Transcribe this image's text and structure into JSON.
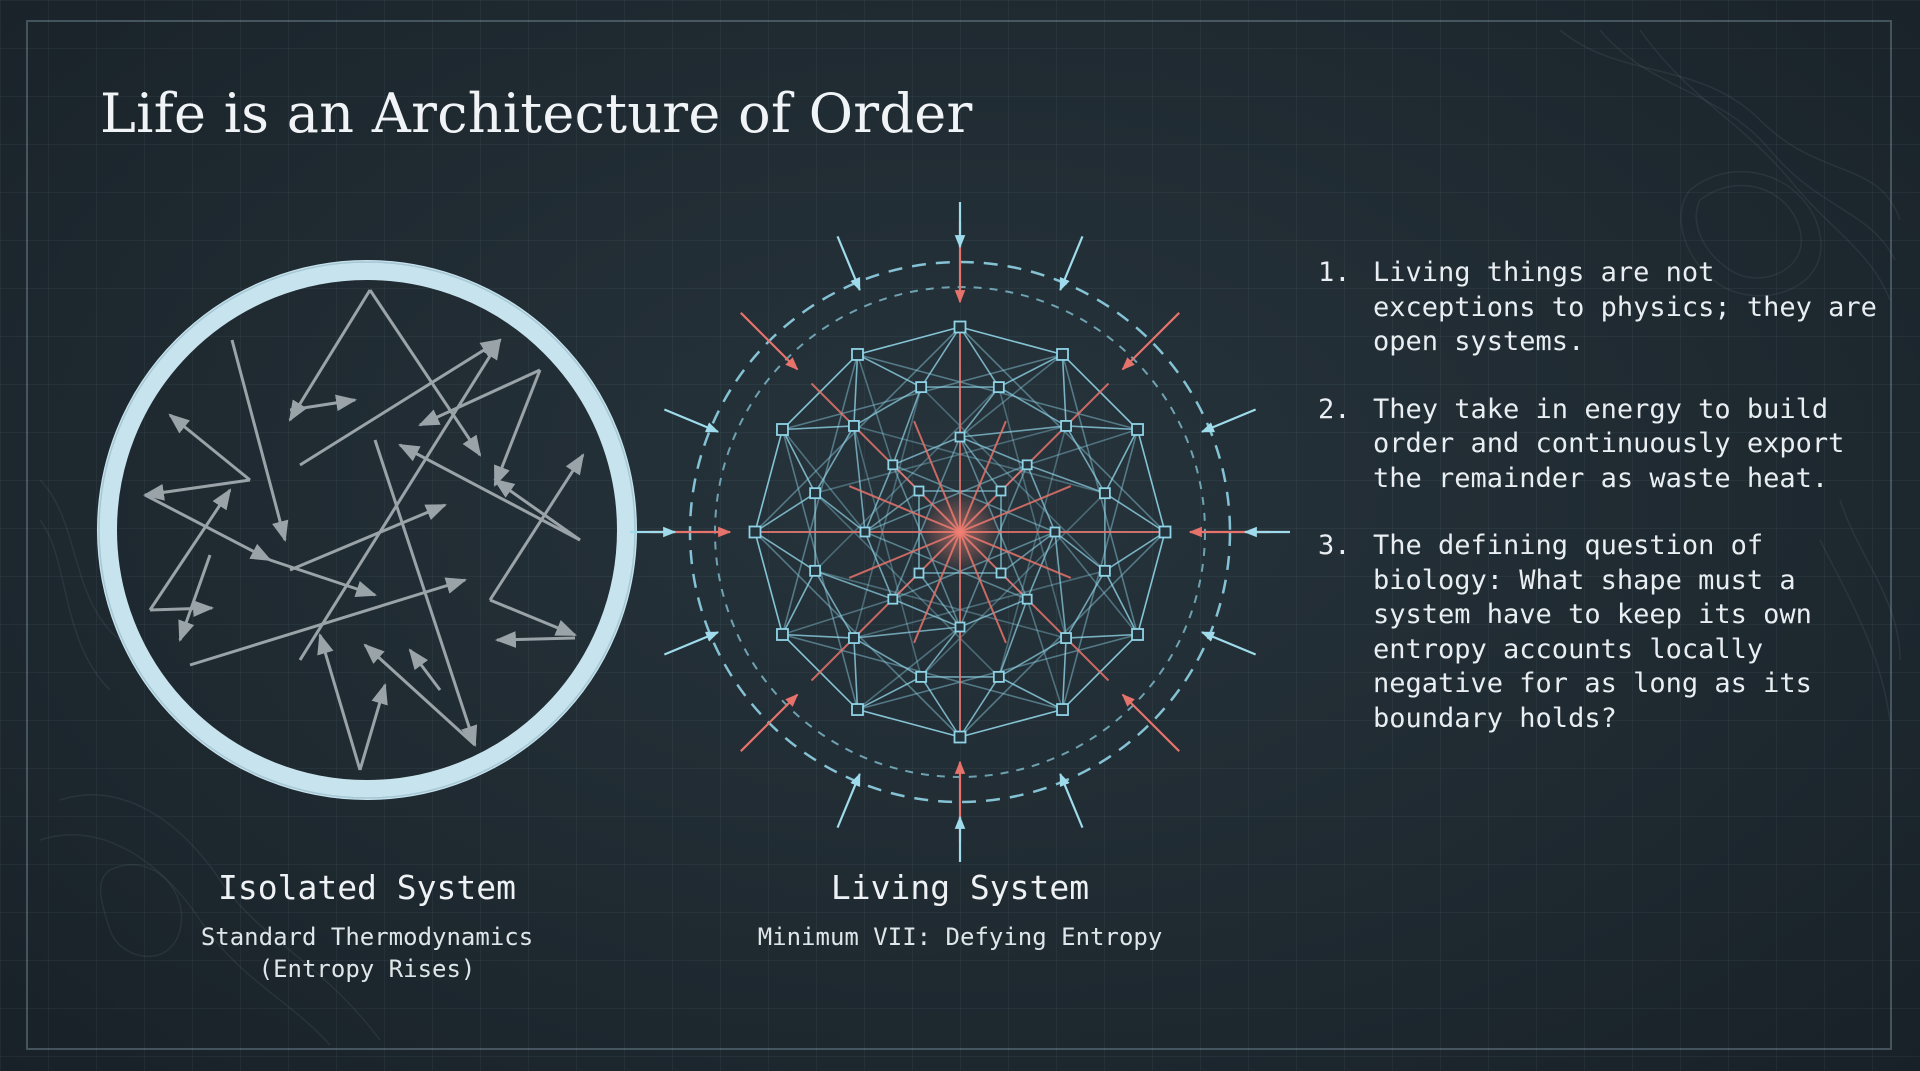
{
  "slide": {
    "title": "Life is an Architecture of Order"
  },
  "isolated_system": {
    "title": "Isolated System",
    "subtitle_line1": "Standard Thermodynamics",
    "subtitle_line2": "(Entropy Rises)"
  },
  "living_system": {
    "title": "Living System",
    "subtitle": "Minimum VII: Defying Entropy"
  },
  "points": [
    {
      "number": "1.",
      "text": "Living things are not exceptions to physics; they are open systems."
    },
    {
      "number": "2.",
      "text": "They take in energy to build order and continuously export the remainder as waste heat."
    },
    {
      "number": "3.",
      "text": "The defining question of biology: What shape must a system have to keep its own entropy accounts locally negative for as long as its boundary holds?"
    }
  ],
  "colors": {
    "background": "#1f2a31",
    "ring": "#c7e3ee",
    "random_arrows": "#9aa3a8",
    "network": "#8fd3e6",
    "energy_in": "#e5736b"
  }
}
